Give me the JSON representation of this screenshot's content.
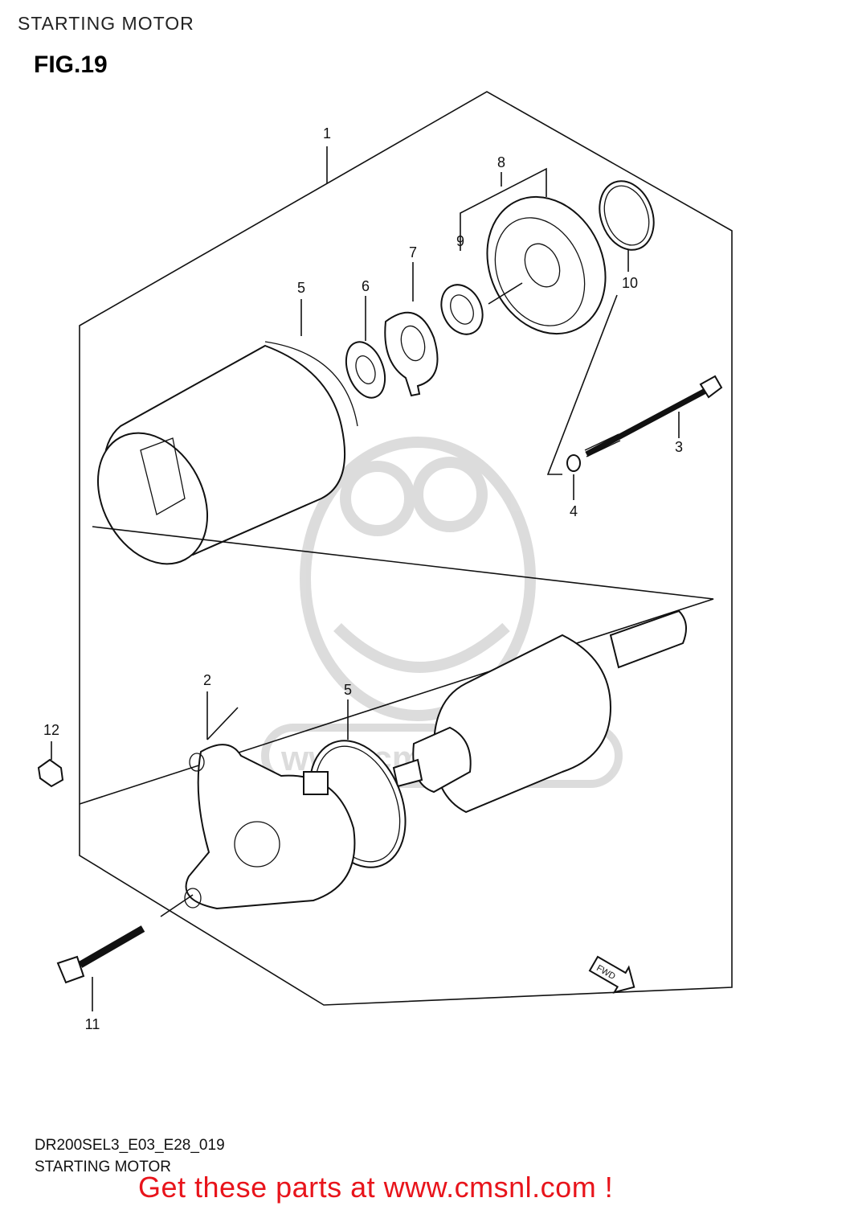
{
  "header": {
    "section_title": "STARTING MOTOR",
    "figure_label": "FIG.19"
  },
  "diagram": {
    "callouts": [
      "1",
      "2",
      "3",
      "4",
      "5",
      "5",
      "6",
      "7",
      "8",
      "9",
      "10",
      "11",
      "12"
    ],
    "fwd_arrow": "FWD",
    "watermark_text": "www.cmsnl.com"
  },
  "footer": {
    "code": "DR200SEL3_E03_E28_019",
    "caption": "STARTING MOTOR",
    "cta": "Get these parts at www.cmsnl.com !",
    "cta_color": "#e8141b"
  }
}
